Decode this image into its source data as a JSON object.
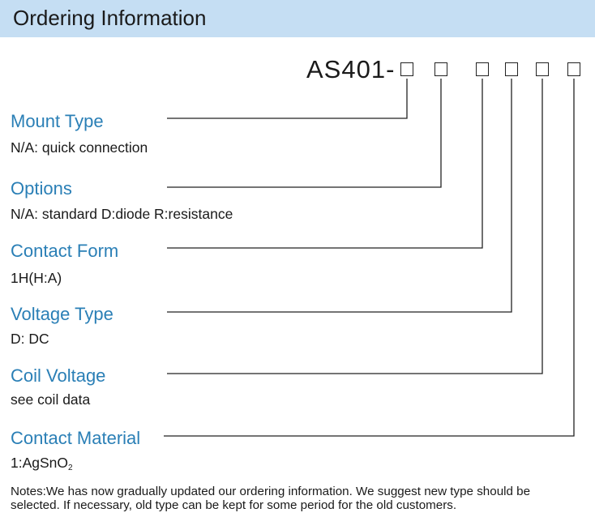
{
  "header": {
    "title": "Ordering Information",
    "background_color": "#c5def3"
  },
  "model": {
    "prefix": "AS401-",
    "box_count": 6
  },
  "fields": [
    {
      "label": "Mount Type",
      "value": "N/A: quick connection"
    },
    {
      "label": "Options",
      "value": "N/A: standard D:diode R:resistance"
    },
    {
      "label": "Contact Form",
      "value": "1H(H:A)"
    },
    {
      "label": "Voltage Type",
      "value": "D: DC"
    },
    {
      "label": "Coil Voltage",
      "value": "see coil data"
    },
    {
      "label": "Contact Material",
      "value_main": "1:AgSnO",
      "value_sub": "2"
    }
  ],
  "notes": {
    "line1": "Notes:We has now gradually updated our ordering information. We suggest new type should be",
    "line2": "selected. If necessary, old type can be kept for some period for the old customers."
  },
  "colors": {
    "label": "#2a7fb6",
    "text": "#1a1a1a",
    "lines": "#222222"
  }
}
